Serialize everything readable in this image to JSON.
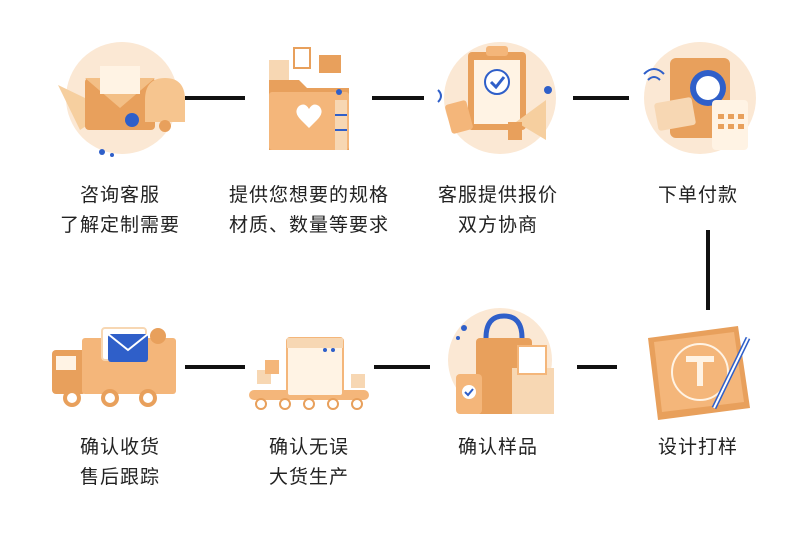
{
  "steps": [
    {
      "id": "consult",
      "line1": "咨询客服",
      "line2": "了解定制需要",
      "icon": "envelope-bell-icon"
    },
    {
      "id": "requirements",
      "line1": "提供您想要的规格",
      "line2": "材质、数量等要求",
      "icon": "folder-files-icon"
    },
    {
      "id": "quote",
      "line1": "客服提供报价",
      "line2": "双方协商",
      "icon": "clipboard-megaphone-icon"
    },
    {
      "id": "order",
      "line1": "下单付款",
      "line2": "",
      "icon": "payment-terminal-icon"
    },
    {
      "id": "design",
      "line1": "设计打样",
      "line2": "",
      "icon": "blueprint-pen-icon"
    },
    {
      "id": "sample",
      "line1": "确认样品",
      "line2": "",
      "icon": "bag-box-icon"
    },
    {
      "id": "production",
      "line1": "确认无误",
      "line2": "大货生产",
      "icon": "production-machine-icon"
    },
    {
      "id": "delivery",
      "line1": "确认收货",
      "line2": "售后跟踪",
      "icon": "delivery-truck-icon"
    }
  ],
  "colors": {
    "accent": "#e8a05c",
    "light": "#f7d7b3",
    "blue": "#2f5fc9",
    "connector": "#111111"
  }
}
